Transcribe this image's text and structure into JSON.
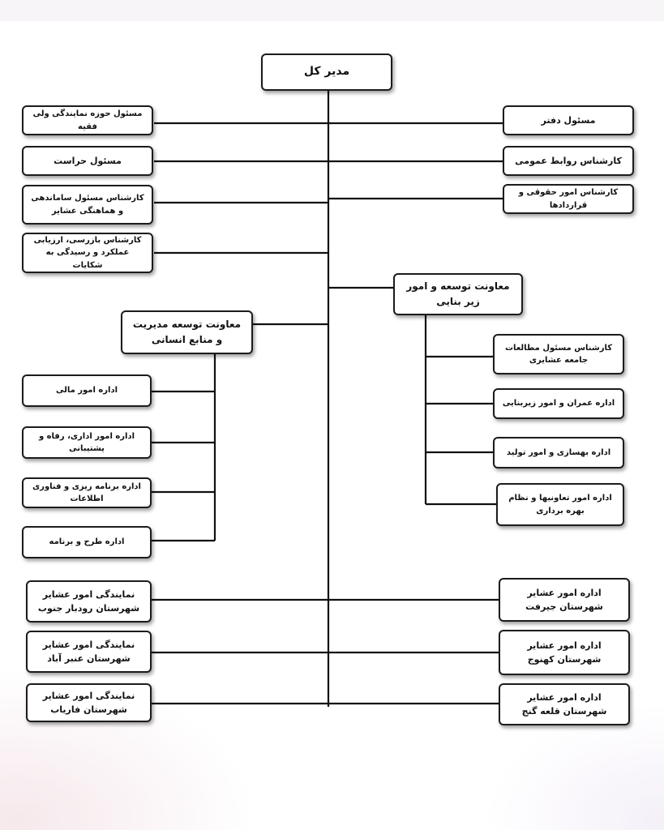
{
  "root": "مدیر کل",
  "right_top": [
    "مسئول دفتر",
    "کارشناس روابط عمومی",
    "کارشناس امور حقوقی و قراردادها"
  ],
  "left_top": [
    "مسئول حوزه نمایندگی ولی فقیه",
    "مسئول حراست",
    "کارشناس مسئول ساماندهی و هماهنگی عشایر",
    "کارشناس بازرسی، ارزیابی عملکرد و رسیدگی به شکایات"
  ],
  "deputy_infrastructure": {
    "title": "معاونت توسعه و امور زیر بنایی",
    "children": [
      "کارشناس مسئول مطالعات جامعه عشایری",
      "اداره عمران و امور زیربنایی",
      "اداره بهسازی و امور تولید",
      "اداره امور تعاونیها و نظام بهره برداری"
    ]
  },
  "deputy_management": {
    "title": "معاونت توسعه مدیریت و منابع انسانی",
    "children": [
      "اداره امور مالی",
      "اداره امور اداری، رفاه و پشتیبانی",
      "اداره برنامه ریزی و فناوری اطلاعات",
      "اداره طرح و برنامه"
    ]
  },
  "right_bottom": [
    "اداره امور عشایر شهرستان جیرفت",
    "اداره امور عشایر شهرستان کهنوج",
    "اداره امور عشایر شهرستان قلعه گنج"
  ],
  "left_bottom": [
    "نمایندگی امور عشایر شهرستان رودبار جنوب",
    "نمایندگی امور عشایر شهرستان عنبر آباد",
    "نمایندگی امور عشایر شهرستان فاریاب"
  ]
}
